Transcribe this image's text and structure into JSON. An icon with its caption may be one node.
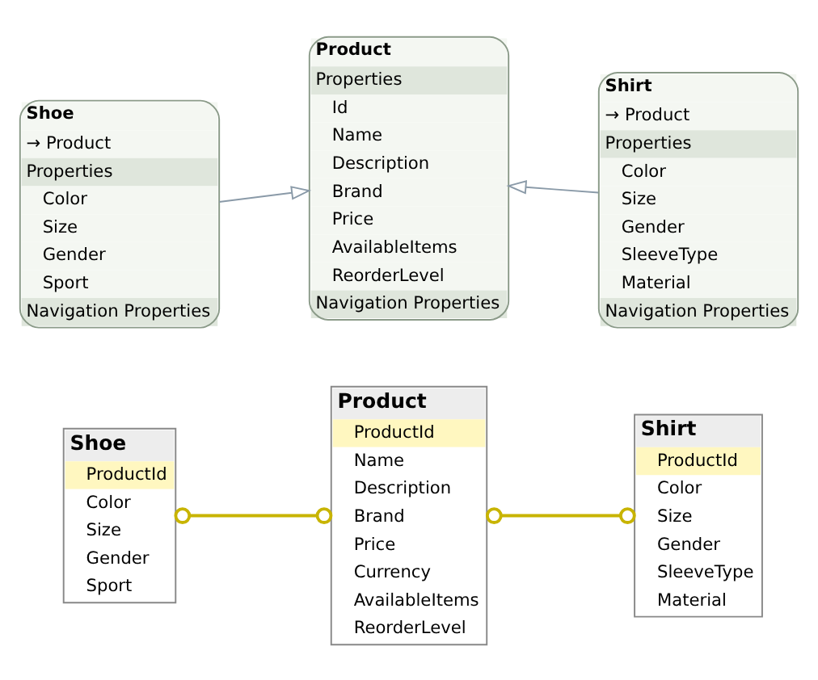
{
  "diagram": {
    "nodes": [
      {
        "text": [
          "Shoe",
          "ProductId",
          "Color",
          "Size",
          "Gender",
          "Sport"
        ]
      },
      {
        "text": [
          "Product",
          "ProductId",
          "Name",
          "Description",
          "Brand",
          "Price",
          "Currency",
          "AvailableItems",
          "ReorderLevel"
        ]
      },
      {
        "text": [
          "Shirt",
          "ProductId",
          "Color",
          "Size",
          "Gender",
          "SleeveType",
          "Material"
        ]
      },
      {
        "text": [
          "Shoe",
          "→ Product",
          "Properties",
          "Color",
          "Size",
          "Gender",
          "Sport",
          "Navigation Properties"
        ]
      },
      {
        "text": [
          "Product",
          "Properties",
          "Id",
          "Name",
          "Description",
          "Brand",
          "Price",
          "AvailableItems",
          "ReorderLevel",
          "Navigation Properties"
        ]
      },
      {
        "text": [
          "Shirt",
          "→ Product",
          "Properties",
          "Color",
          "Size",
          "Gender",
          "SleeveType",
          "Material",
          "Navigation Properties"
        ]
      }
    ],
    "edges": [
      {
        "from": 0,
        "to": 1,
        "arrow": "other",
        "color": "#c8b400"
      },
      {
        "from": 1,
        "to": 2,
        "arrow": "other",
        "color": "#c8b400"
      },
      {
        "from": 3,
        "to": 4,
        "arrow": "to",
        "color": "#8a9aa8"
      },
      {
        "from": 5,
        "to": 4,
        "arrow": "to",
        "color": "#8a9aa8"
      }
    ]
  }
}
